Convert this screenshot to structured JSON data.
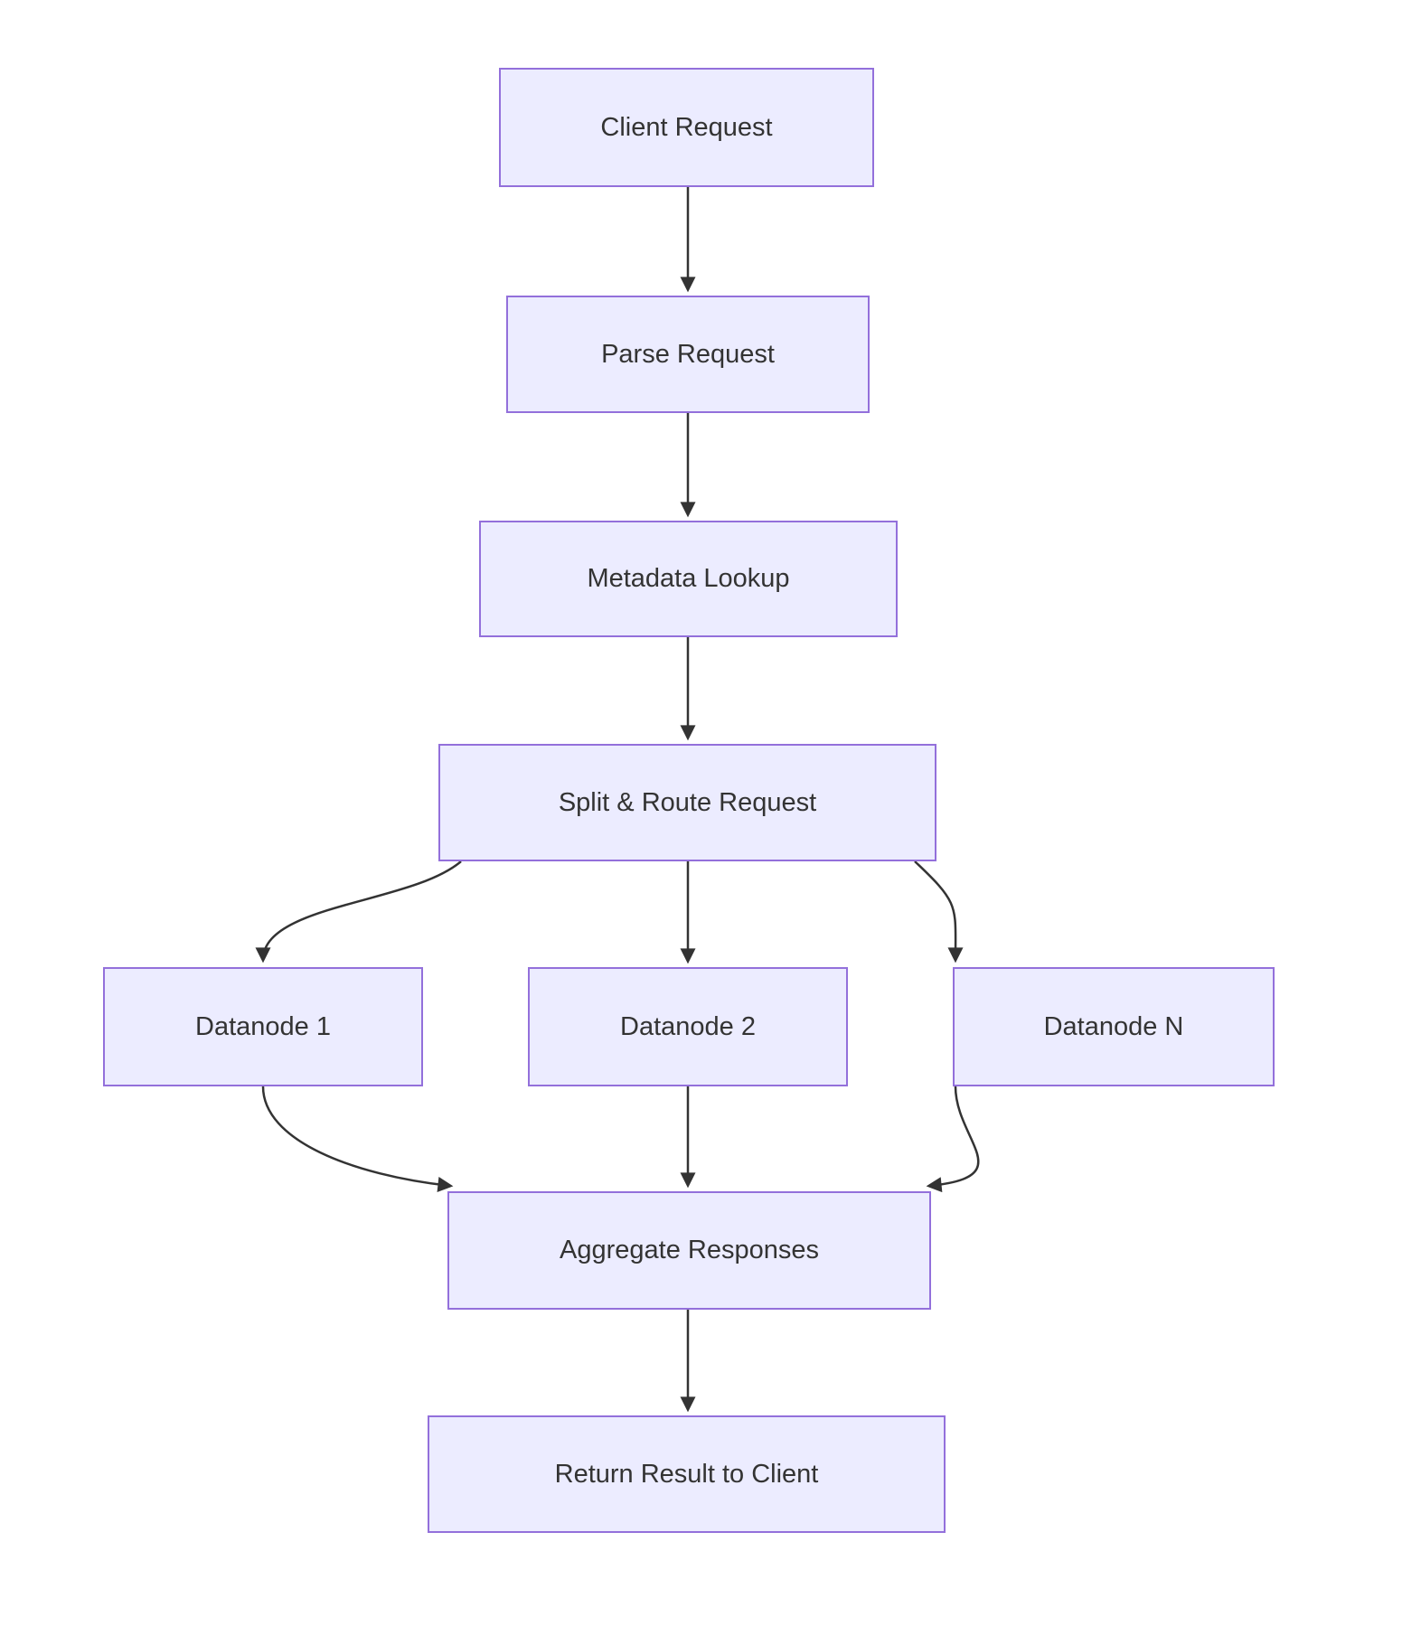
{
  "diagram": {
    "type": "flowchart",
    "direction": "top-down",
    "colors": {
      "node_fill": "#ECECFF",
      "node_border": "#9370DB",
      "text": "#333333",
      "edge": "#333333",
      "background": "#ffffff"
    },
    "nodes": [
      {
        "id": "client",
        "label": "Client Request"
      },
      {
        "id": "parse",
        "label": "Parse Request"
      },
      {
        "id": "metadata",
        "label": "Metadata Lookup"
      },
      {
        "id": "split",
        "label": "Split & Route Request"
      },
      {
        "id": "dn1",
        "label": "Datanode 1"
      },
      {
        "id": "dn2",
        "label": "Datanode 2"
      },
      {
        "id": "dnn",
        "label": "Datanode N"
      },
      {
        "id": "aggregate",
        "label": "Aggregate Responses"
      },
      {
        "id": "return",
        "label": "Return Result to Client"
      }
    ],
    "edges": [
      {
        "from": "Client Request",
        "to": "Parse Request"
      },
      {
        "from": "Parse Request",
        "to": "Metadata Lookup"
      },
      {
        "from": "Metadata Lookup",
        "to": "Split & Route Request"
      },
      {
        "from": "Split & Route Request",
        "to": "Datanode 1"
      },
      {
        "from": "Split & Route Request",
        "to": "Datanode 2"
      },
      {
        "from": "Split & Route Request",
        "to": "Datanode N"
      },
      {
        "from": "Datanode 1",
        "to": "Aggregate Responses"
      },
      {
        "from": "Datanode 2",
        "to": "Aggregate Responses"
      },
      {
        "from": "Datanode N",
        "to": "Aggregate Responses"
      },
      {
        "from": "Aggregate Responses",
        "to": "Return Result to Client"
      }
    ]
  }
}
